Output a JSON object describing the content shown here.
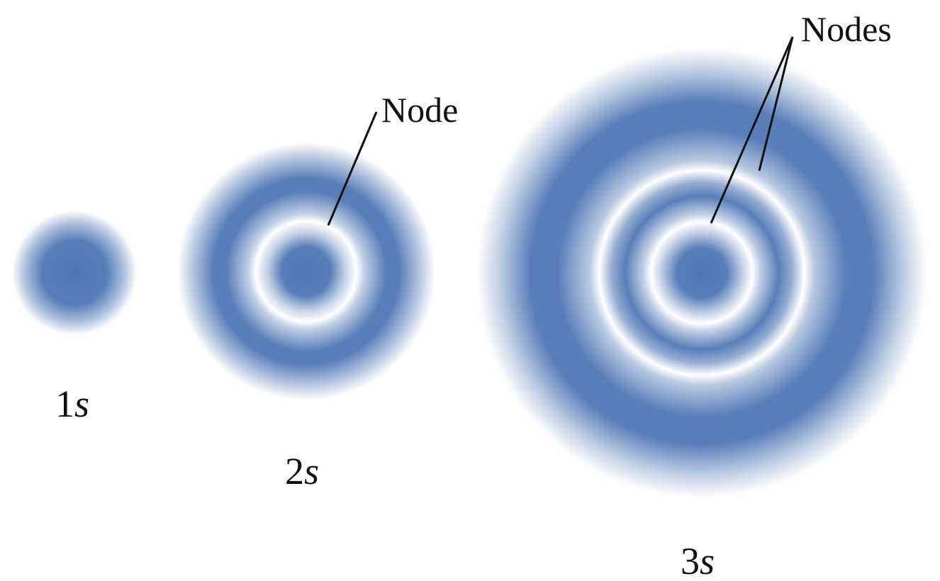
{
  "orbitals": [
    {
      "id": "1s",
      "number": "1",
      "letter": "s"
    },
    {
      "id": "2s",
      "number": "2",
      "letter": "s"
    },
    {
      "id": "3s",
      "number": "3",
      "letter": "s"
    }
  ],
  "callouts": {
    "node_2s": "Node",
    "nodes_3s": "Nodes"
  },
  "colors": {
    "density": "#4f77b5",
    "background": "#ffffff",
    "text": "#111111"
  }
}
